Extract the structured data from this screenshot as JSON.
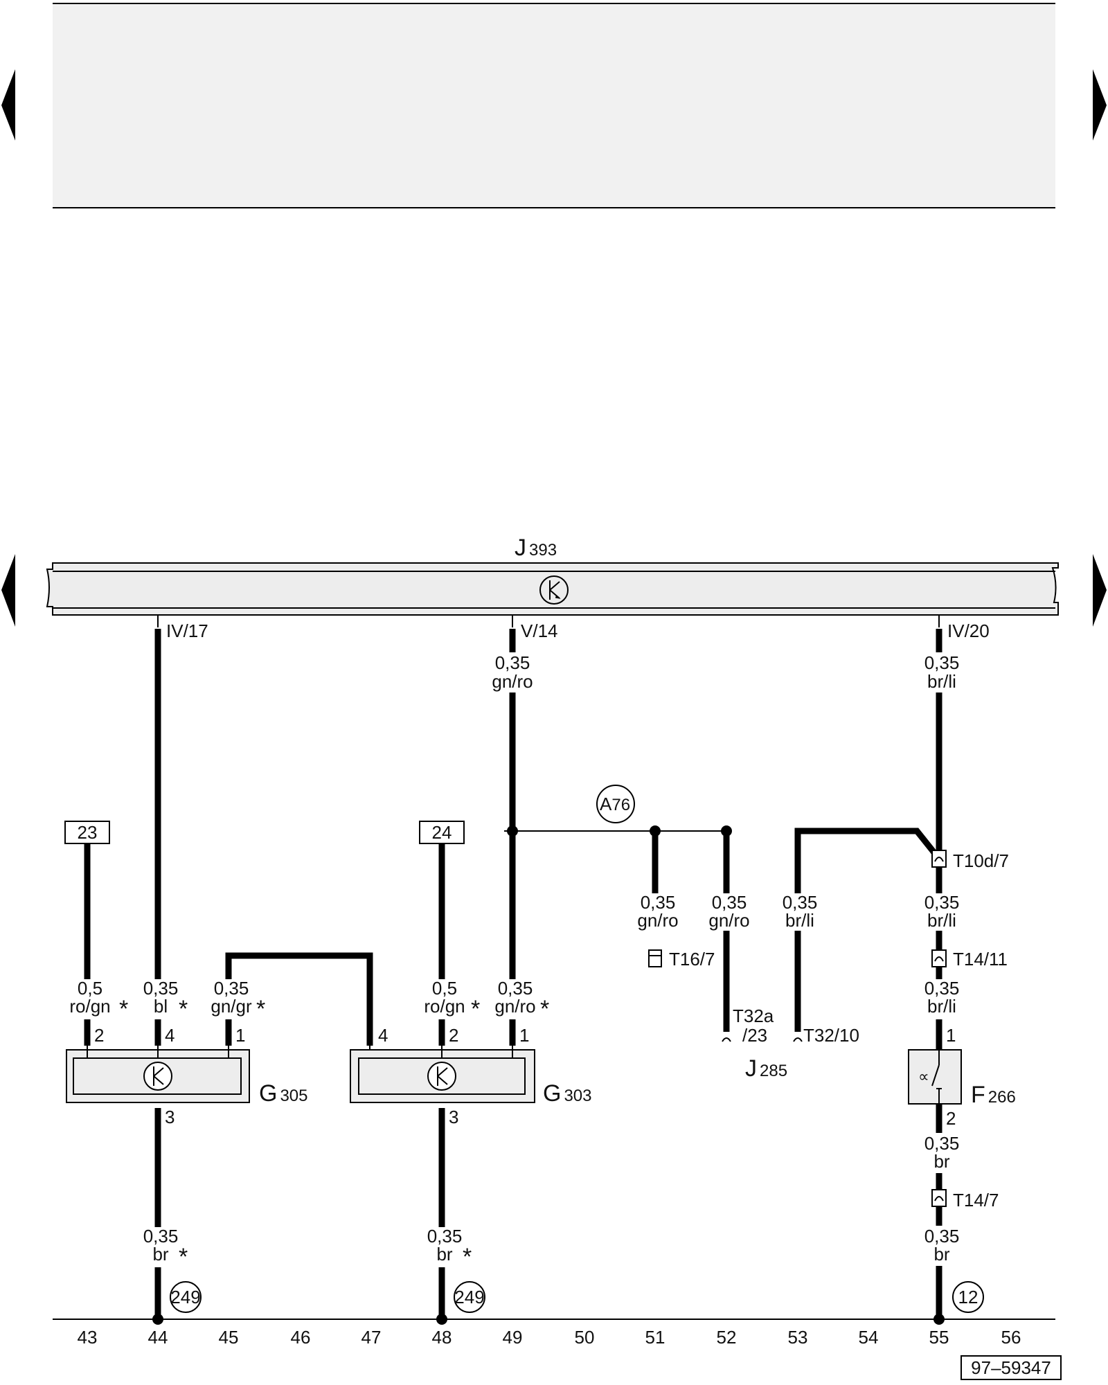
{
  "top_panel": {
    "fill": "#f1f1f1"
  },
  "colors": {
    "ink": "#000000",
    "component_fill": "#ededed"
  },
  "nav": [
    "previous-page-arrow",
    "next-page-arrow",
    "previous-section-arrow",
    "next-section-arrow"
  ],
  "controller": {
    "id": "J",
    "num": "393",
    "terminals": [
      "IV/17",
      "V/14",
      "IV/20"
    ]
  },
  "wires": {
    "j393_g305": {
      "gauge": "0,35",
      "color": "bl",
      "mark": "*"
    },
    "j393_g303": {
      "gauge": "0,35",
      "color": "gn/ro"
    },
    "j393_f266": {
      "gauge": "0,35",
      "color": "br/li"
    },
    "r23_g305": {
      "gauge": "0,5",
      "color": "ro/gn",
      "mark": "*"
    },
    "g305_g303_bridge": {
      "gauge": "0,35",
      "color": "gn/gr",
      "mark": "*"
    },
    "r24_g303": {
      "gauge": "0,5",
      "color": "ro/gn",
      "mark": "*"
    },
    "a76_g303": {
      "gauge": "0,35",
      "color": "gn/ro",
      "mark": "*"
    },
    "a76_t16": {
      "gauge": "0,35",
      "color": "gn/ro"
    },
    "a76_t32a": {
      "gauge": "0,35",
      "color": "gn/ro"
    },
    "t10d_t32": {
      "gauge": "0,35",
      "color": "br/li"
    },
    "t10d_t14": {
      "gauge": "0,35",
      "color": "br/li"
    },
    "t14_f266": {
      "gauge": "0,35",
      "color": "br/li"
    },
    "f266_t14_7": {
      "gauge": "0,35",
      "color": "br"
    },
    "t14_7_gnd": {
      "gauge": "0,35",
      "color": "br"
    },
    "g305_gnd": {
      "gauge": "0,35",
      "color": "br",
      "mark": "*"
    },
    "g303_gnd": {
      "gauge": "0,35",
      "color": "br",
      "mark": "*"
    }
  },
  "refs": {
    "r23": "23",
    "r24": "24"
  },
  "connectors": {
    "t10d": "T10d/7",
    "t16": "T16/7",
    "t14_11": "T14/11",
    "t14_7": "T14/7",
    "t32a_top": "T32a",
    "t32a_bot": "/23",
    "t32": "T32/10"
  },
  "splice": {
    "id": "A",
    "num": "76"
  },
  "components": {
    "g305": {
      "id": "G",
      "num": "305",
      "pins": [
        "2",
        "4",
        "1",
        "3"
      ]
    },
    "g303": {
      "id": "G",
      "num": "303",
      "pins": [
        "4",
        "2",
        "1",
        "3"
      ]
    },
    "f266": {
      "id": "F",
      "num": "266",
      "pins": [
        "1",
        "2"
      ]
    },
    "j285": {
      "id": "J",
      "num": "285"
    }
  },
  "grounds": [
    "249",
    "249",
    "12"
  ],
  "tracks": [
    "43",
    "44",
    "45",
    "46",
    "47",
    "48",
    "49",
    "50",
    "51",
    "52",
    "53",
    "54",
    "55",
    "56"
  ],
  "figure_id": "97–59347"
}
